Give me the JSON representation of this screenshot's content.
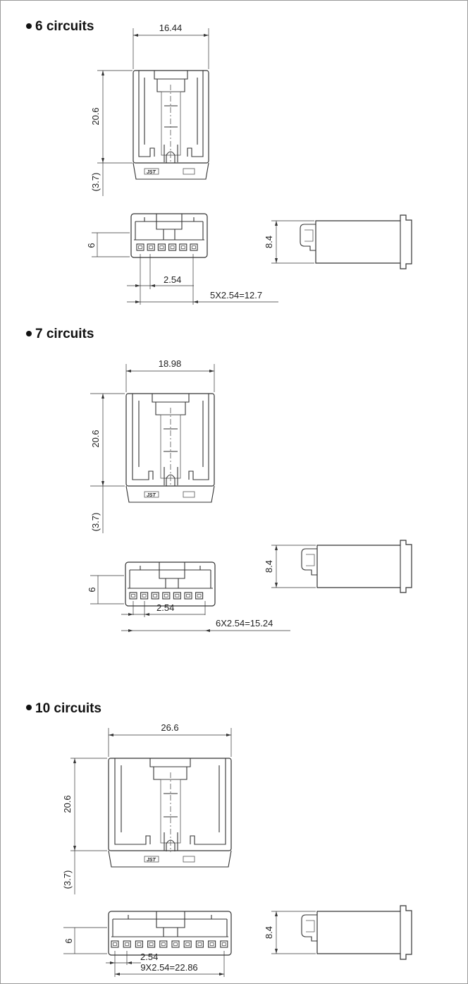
{
  "sections": [
    {
      "title": "6 circuits",
      "dims": {
        "width": "16.44",
        "height": "20.6",
        "protrusion": "(3.7)",
        "pitch": "2.54",
        "span": "5X2.54=12.7",
        "front_height": "6",
        "side_height": "8.4"
      },
      "pin_count": 6
    },
    {
      "title": "7 circuits",
      "dims": {
        "width": "18.98",
        "height": "20.6",
        "protrusion": "(3.7)",
        "pitch": "2.54",
        "span": "6X2.54=15.24",
        "front_height": "6",
        "side_height": "8.4"
      },
      "pin_count": 7
    },
    {
      "title": "10 circuits",
      "dims": {
        "width": "26.6",
        "height": "20.6",
        "protrusion": "(3.7)",
        "pitch": "2.54",
        "span": "9X2.54=22.86",
        "front_height": "6",
        "side_height": "8.4"
      },
      "pin_count": 10
    }
  ],
  "logo_text": "JST"
}
